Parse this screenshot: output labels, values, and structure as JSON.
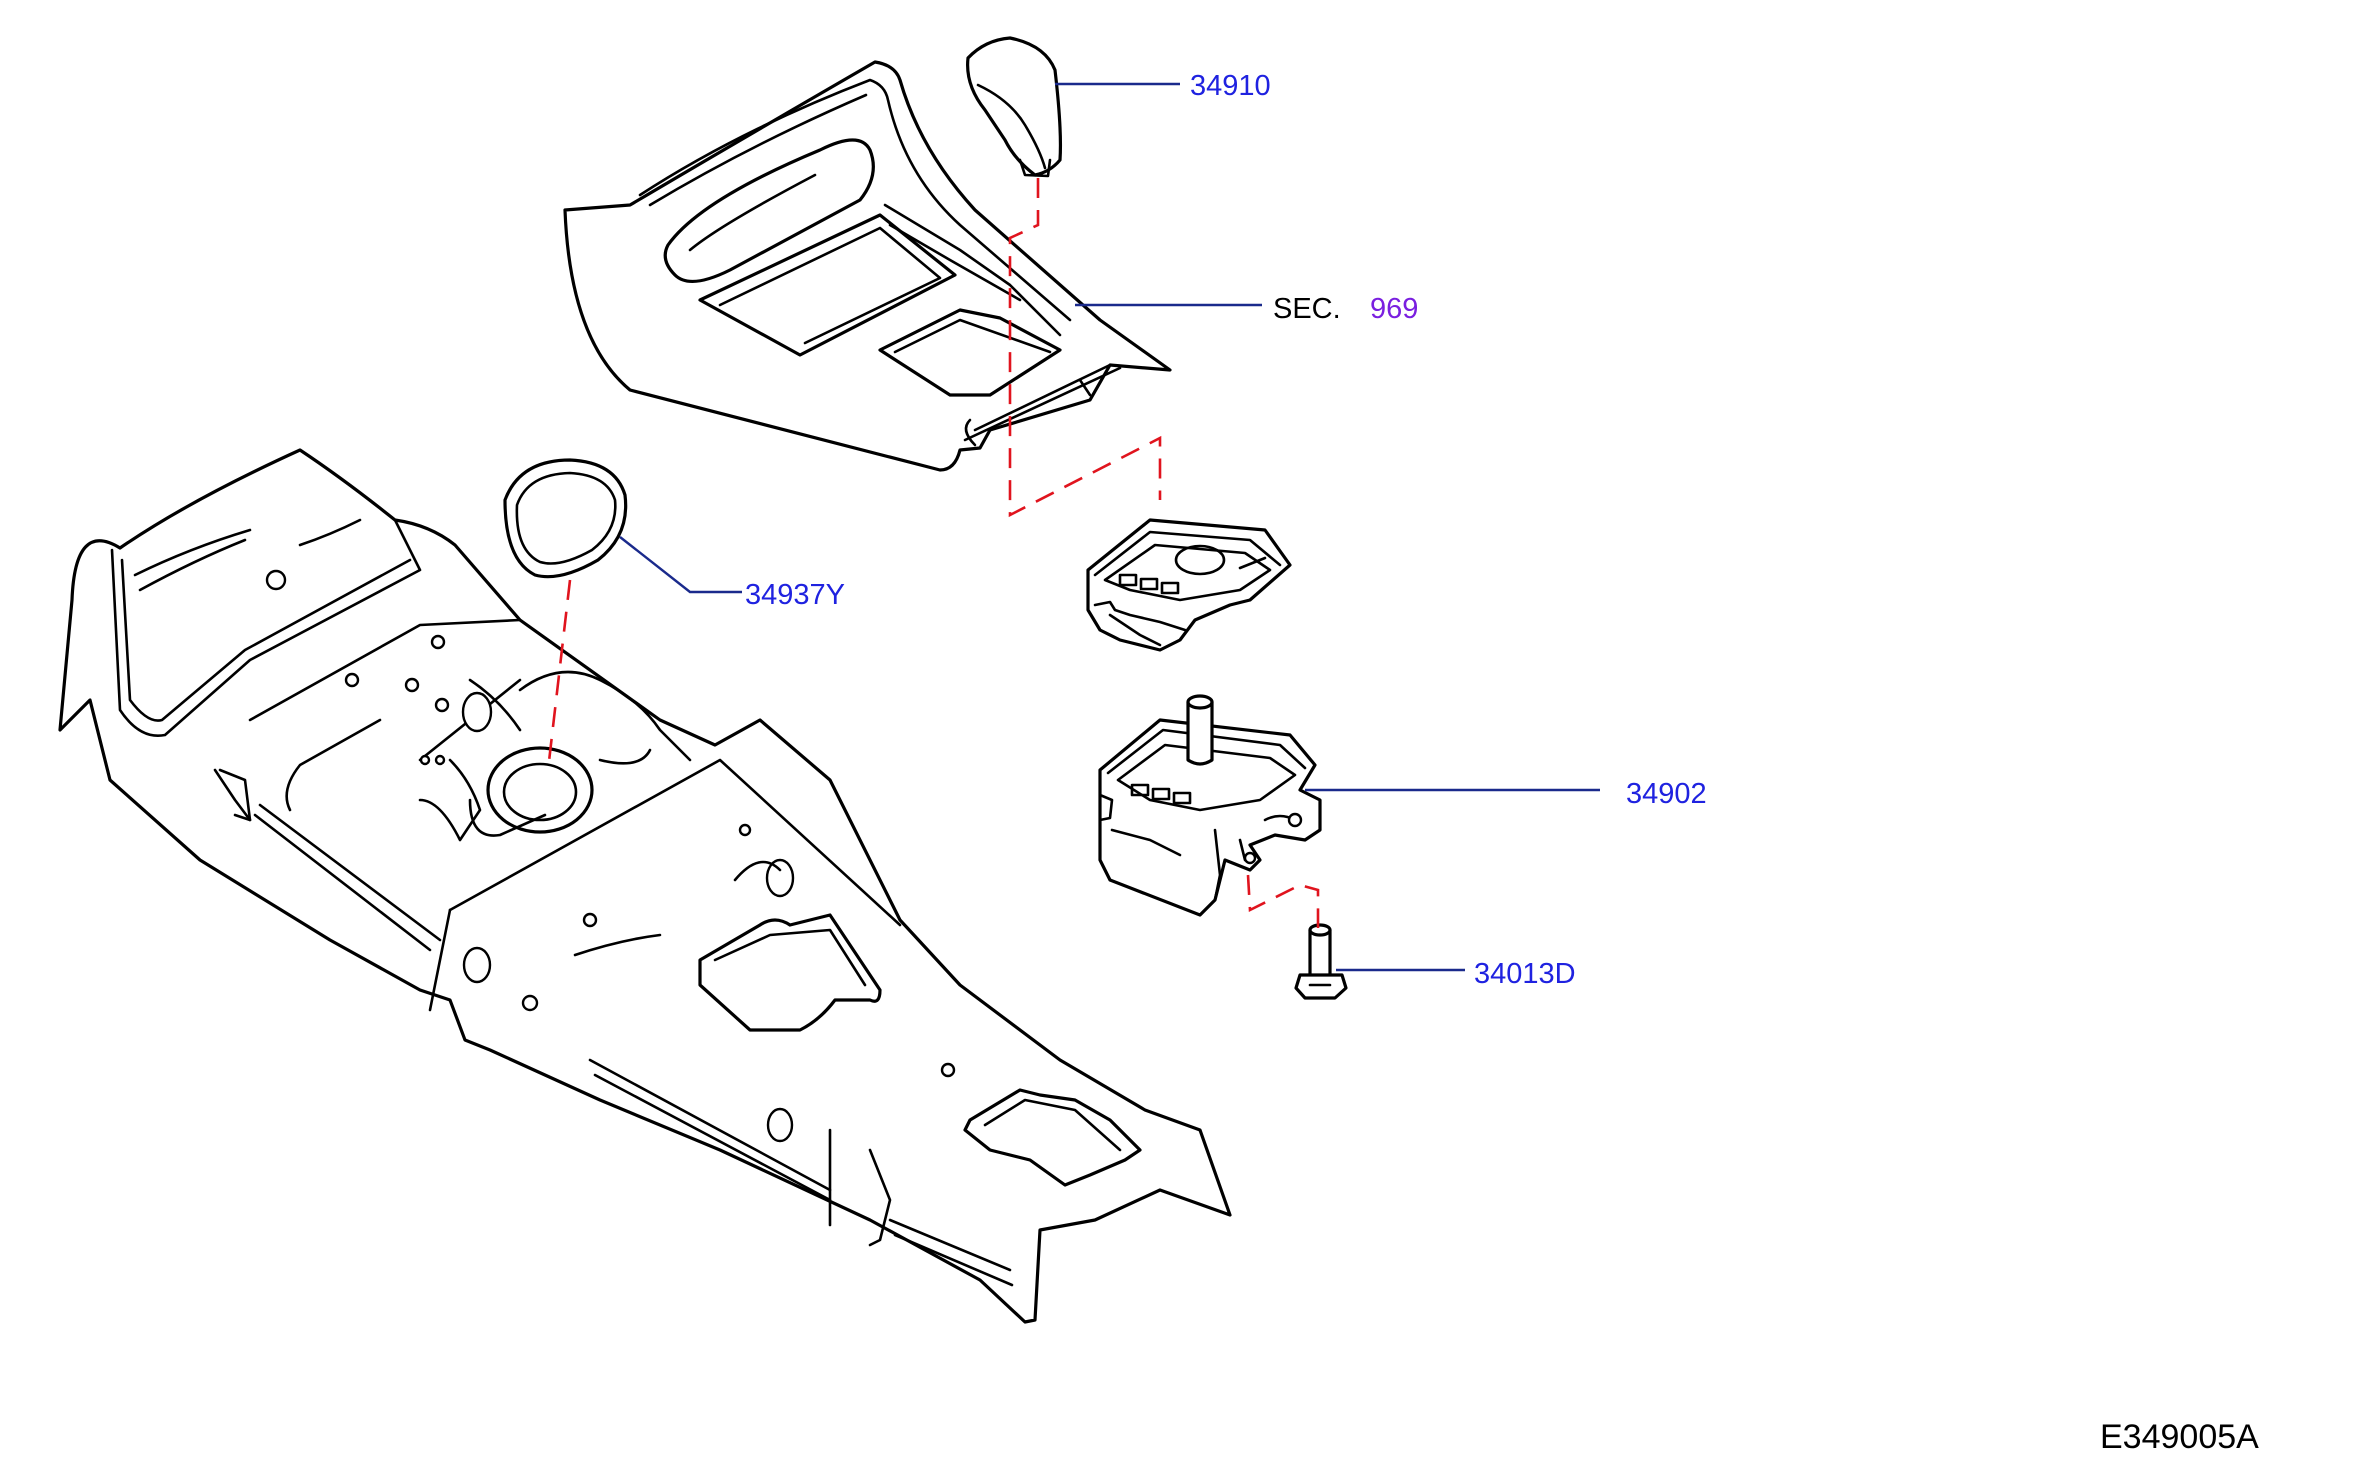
{
  "colors": {
    "line": "#000000",
    "leader": "#1a2a8c",
    "part_number": "#1f22e0",
    "section_number": "#7a1fe0",
    "section_prefix": "#000000",
    "dash": "#e0141e"
  },
  "callouts": {
    "knob": "34910",
    "finisher_prefix": "SEC.",
    "finisher_section": "969",
    "boot": "34937Y",
    "indicator": "34902",
    "bolt": "34013D"
  },
  "drawing_id": "E349005A"
}
